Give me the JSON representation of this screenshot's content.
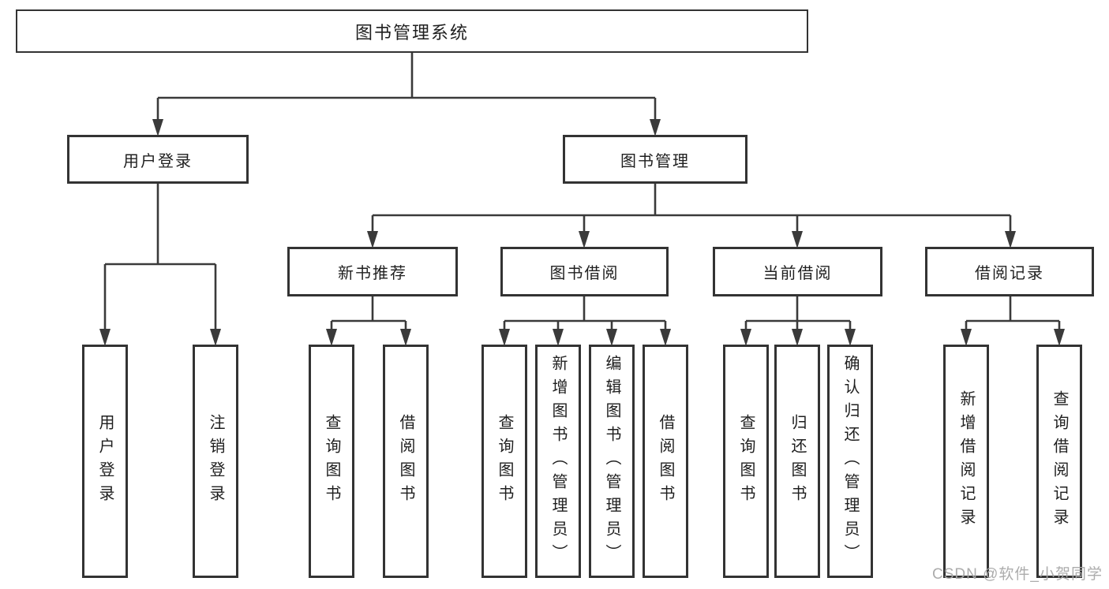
{
  "diagram_title": "图书管理系统",
  "tree": {
    "root": "图书管理系统",
    "branches": [
      {
        "label": "用户登录",
        "leaves": [
          "用户登录",
          "注销登录"
        ]
      },
      {
        "label": "图书管理",
        "groups": [
          {
            "label": "新书推荐",
            "leaves": [
              "查询图书",
              "借阅图书"
            ]
          },
          {
            "label": "图书借阅",
            "leaves": [
              "查询图书",
              "新增图书（管理员）",
              "编辑图书（管理员）",
              "借阅图书"
            ]
          },
          {
            "label": "当前借阅",
            "leaves": [
              "查询图书",
              "归还图书",
              "确认归还（管理员）"
            ]
          },
          {
            "label": "借阅记录",
            "leaves": [
              "新增借阅记录",
              "查询借阅记录"
            ]
          }
        ]
      }
    ]
  },
  "watermark": {
    "text": "CSDN @软件_小贺同学"
  },
  "colors": {
    "background": "#ffffff",
    "box_border": "#333333",
    "connector_line": "#3a3a3a",
    "text": "#1f1f1f",
    "watermark": "#a8a8a8"
  }
}
